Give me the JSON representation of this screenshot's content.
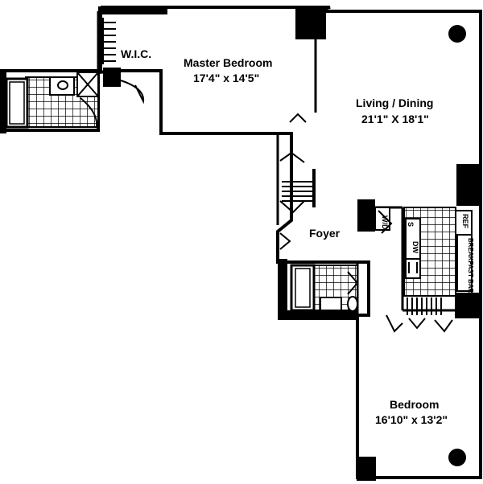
{
  "rooms": {
    "wic": {
      "name": "W.I.C."
    },
    "master": {
      "name": "Master Bedroom",
      "dims": "17'4\" x 14'5\""
    },
    "living": {
      "name": "Living / Dining",
      "dims": "21'1\" X 18'1\""
    },
    "foyer": {
      "name": "Foyer"
    },
    "bedroom": {
      "name": "Bedroom",
      "dims": "16'10\" x 13'2\""
    }
  },
  "fixtures": {
    "washer_dryer": "W/D",
    "sink": "S",
    "dishwasher": "DW",
    "refrigerator": "REF",
    "breakfast_bar": "BREAKFAST BAR"
  }
}
